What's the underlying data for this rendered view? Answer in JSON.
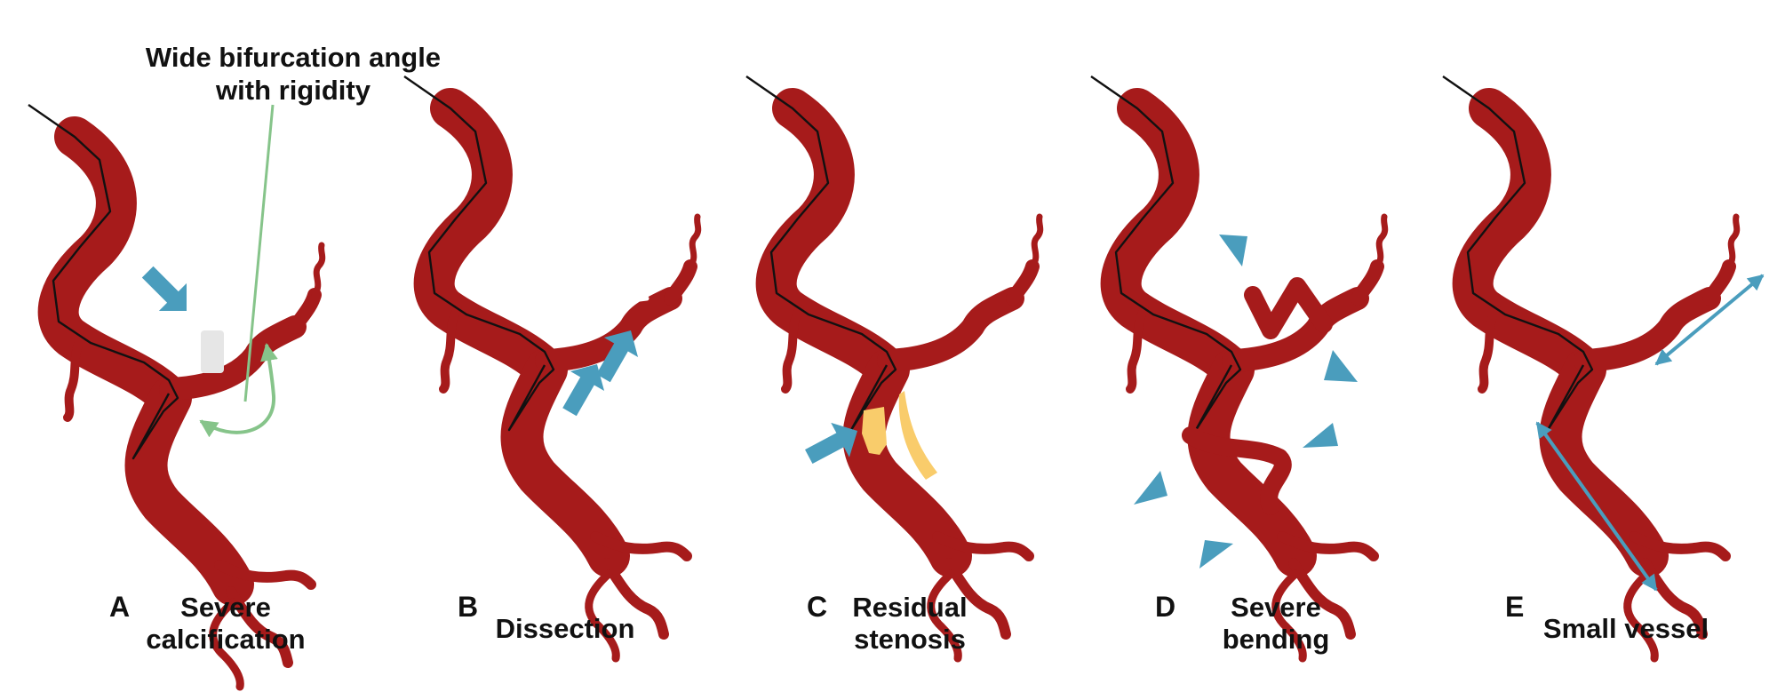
{
  "colors": {
    "vessel": "#a61b1b",
    "guidewire": "#111111",
    "arrow": "#4a9dbd",
    "green_annotation": "#86c48a",
    "calcification": "#e6e6e6",
    "stenosis": "#f9cc6b",
    "background": "#ffffff"
  },
  "icons": {
    "pointer_arrow": "block-arrow",
    "arrowhead": "triangle",
    "measurement": "double-headed-arrow",
    "curved_arrow": "curved-double-arrow"
  },
  "panels": [
    {
      "letter": "A",
      "caption_lines": [
        "Severe",
        "calcification"
      ]
    },
    {
      "letter": "B",
      "caption_lines": [
        "Dissection"
      ]
    },
    {
      "letter": "C",
      "caption_lines": [
        "Residual",
        "stenosis"
      ]
    },
    {
      "letter": "D",
      "caption_lines": [
        "Severe",
        "bending"
      ]
    },
    {
      "letter": "E",
      "caption_lines": [
        "Small vessel"
      ]
    }
  ],
  "annotation": {
    "lines": [
      "Wide bifurcation angle",
      "with rigidity"
    ]
  }
}
